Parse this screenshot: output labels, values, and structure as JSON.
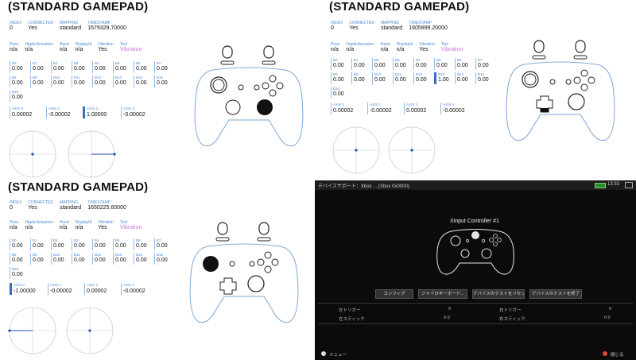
{
  "panel_a": {
    "title": "(STANDARD GAMEPAD)",
    "info": [
      {
        "k": "INDEX",
        "v": "0"
      },
      {
        "k": "CONNECTED",
        "v": "Yes"
      },
      {
        "k": "MAPPING",
        "v": "standard"
      },
      {
        "k": "TIMESTAMP",
        "v": "1579329.70000"
      }
    ],
    "info2": [
      {
        "k": "Pose",
        "v": "n/a"
      },
      {
        "k": "HapticActuators",
        "v": "n/a"
      },
      {
        "k": "Hand",
        "v": "n/a"
      },
      {
        "k": "DisplayId",
        "v": "n/a"
      },
      {
        "k": "Vibration",
        "v": "Yes"
      },
      {
        "k": "Test",
        "v": "Vibration"
      }
    ],
    "buttons": [
      {
        "k": "B0",
        "v": "0.00"
      },
      {
        "k": "B1",
        "v": "0.00"
      },
      {
        "k": "B2",
        "v": "0.00"
      },
      {
        "k": "B3",
        "v": "0.00"
      },
      {
        "k": "B4",
        "v": "0.00"
      },
      {
        "k": "B5",
        "v": "0.00"
      },
      {
        "k": "B6",
        "v": "0.00"
      },
      {
        "k": "B7",
        "v": "0.00"
      },
      {
        "k": "B8",
        "v": "0.00"
      },
      {
        "k": "B9",
        "v": "0.00"
      },
      {
        "k": "B10",
        "v": "0.00"
      },
      {
        "k": "B11",
        "v": "0.00"
      },
      {
        "k": "B12",
        "v": "0.00"
      },
      {
        "k": "B13",
        "v": "0.00"
      },
      {
        "k": "B14",
        "v": "0.00"
      },
      {
        "k": "B15",
        "v": "0.00"
      },
      {
        "k": "B16",
        "v": "0.00"
      }
    ],
    "axes": [
      {
        "k": "AXIS 0",
        "v": "0.00002"
      },
      {
        "k": "AXIS 1",
        "v": "-0.00002"
      },
      {
        "k": "AXIS 2",
        "v": "1.00000"
      },
      {
        "k": "AXIS 3",
        "v": "-0.00002"
      }
    ]
  },
  "panel_b": {
    "title": "(STANDARD GAMEPAD)",
    "info": [
      {
        "k": "INDEX",
        "v": "0"
      },
      {
        "k": "CONNECTED",
        "v": "Yes"
      },
      {
        "k": "MAPPING",
        "v": "standard"
      },
      {
        "k": "TIMESTAMP",
        "v": "1605899.20000"
      }
    ],
    "info2": [
      {
        "k": "Pose",
        "v": "n/a"
      },
      {
        "k": "HapticActuators",
        "v": "n/a"
      },
      {
        "k": "Hand",
        "v": "n/a"
      },
      {
        "k": "DisplayId",
        "v": "n/a"
      },
      {
        "k": "Vibration",
        "v": "Yes"
      },
      {
        "k": "Test",
        "v": "Vibration"
      }
    ],
    "buttons": [
      {
        "k": "B0",
        "v": "0.00"
      },
      {
        "k": "B1",
        "v": "0.00"
      },
      {
        "k": "B2",
        "v": "0.00"
      },
      {
        "k": "B3",
        "v": "0.00"
      },
      {
        "k": "B4",
        "v": "0.00"
      },
      {
        "k": "B5",
        "v": "0.00"
      },
      {
        "k": "B6",
        "v": "0.00"
      },
      {
        "k": "B7",
        "v": "0.00"
      },
      {
        "k": "B8",
        "v": "0.00"
      },
      {
        "k": "B9",
        "v": "0.00"
      },
      {
        "k": "B10",
        "v": "0.00"
      },
      {
        "k": "B11",
        "v": "0.00"
      },
      {
        "k": "B12",
        "v": "0.00"
      },
      {
        "k": "B13",
        "v": "1.00"
      },
      {
        "k": "B14",
        "v": "0.00"
      },
      {
        "k": "B15",
        "v": "0.00"
      },
      {
        "k": "B16",
        "v": "0.00"
      }
    ],
    "axes": [
      {
        "k": "AXIS 0",
        "v": "0.00002"
      },
      {
        "k": "AXIS 1",
        "v": "-0.00002"
      },
      {
        "k": "AXIS 2",
        "v": "0.00002"
      },
      {
        "k": "AXIS 3",
        "v": "-0.00002"
      }
    ]
  },
  "panel_c": {
    "title": "(STANDARD GAMEPAD)",
    "info": [
      {
        "k": "INDEX",
        "v": "0"
      },
      {
        "k": "CONNECTED",
        "v": "Yes"
      },
      {
        "k": "MAPPING",
        "v": "standard"
      },
      {
        "k": "TIMESTAMP",
        "v": "1650225.60000"
      }
    ],
    "info2": [
      {
        "k": "Pose",
        "v": "n/a"
      },
      {
        "k": "HapticActuators",
        "v": "n/a"
      },
      {
        "k": "Hand",
        "v": "n/a"
      },
      {
        "k": "DisplayId",
        "v": "n/a"
      },
      {
        "k": "Vibration",
        "v": "Yes"
      },
      {
        "k": "Test",
        "v": "Vibration"
      }
    ],
    "buttons": [
      {
        "k": "B0",
        "v": "0.00"
      },
      {
        "k": "B1",
        "v": "0.00"
      },
      {
        "k": "B2",
        "v": "0.00"
      },
      {
        "k": "B3",
        "v": "0.00"
      },
      {
        "k": "B4",
        "v": "0.00"
      },
      {
        "k": "B5",
        "v": "0.00"
      },
      {
        "k": "B6",
        "v": "0.00"
      },
      {
        "k": "B7",
        "v": "0.00"
      },
      {
        "k": "B8",
        "v": "0.00"
      },
      {
        "k": "B9",
        "v": "0.00"
      },
      {
        "k": "B10",
        "v": "0.00"
      },
      {
        "k": "B11",
        "v": "0.00"
      },
      {
        "k": "B12",
        "v": "0.00"
      },
      {
        "k": "B13",
        "v": "0.00"
      },
      {
        "k": "B14",
        "v": "0.00"
      },
      {
        "k": "B15",
        "v": "0.00"
      },
      {
        "k": "B16",
        "v": "0.00"
      }
    ],
    "axes": [
      {
        "k": "AXIS 0",
        "v": "-1.00000"
      },
      {
        "k": "AXIS 1",
        "v": "-0.00002"
      },
      {
        "k": "AXIS 2",
        "v": "0.00002"
      },
      {
        "k": "AXIS 3",
        "v": "-0.00002"
      }
    ]
  },
  "panel_d": {
    "status_left": "デバイスサポート：Xbox ... (Xbox 0x0000)",
    "time": "13:33",
    "controller_name": "Xinput Controller #1",
    "buttons": [
      "コンフィグ",
      "ジャイロキーボード...",
      "デバイスのテストをリセット",
      "デバイスのテストを終了"
    ],
    "rows": [
      {
        "label": "左トリガー",
        "value": "0"
      },
      {
        "label": "左スティック",
        "value": "0.0"
      },
      {
        "label": "右トリガー",
        "value": "0"
      },
      {
        "label": "右スティック",
        "value": "0.0"
      }
    ],
    "footer_left": "メニュー",
    "footer_right": "閉じる"
  },
  "colors": {
    "accent": "#4b8bd6",
    "pink": "#c77cd6",
    "dark_bg": "#0b0b0b"
  }
}
